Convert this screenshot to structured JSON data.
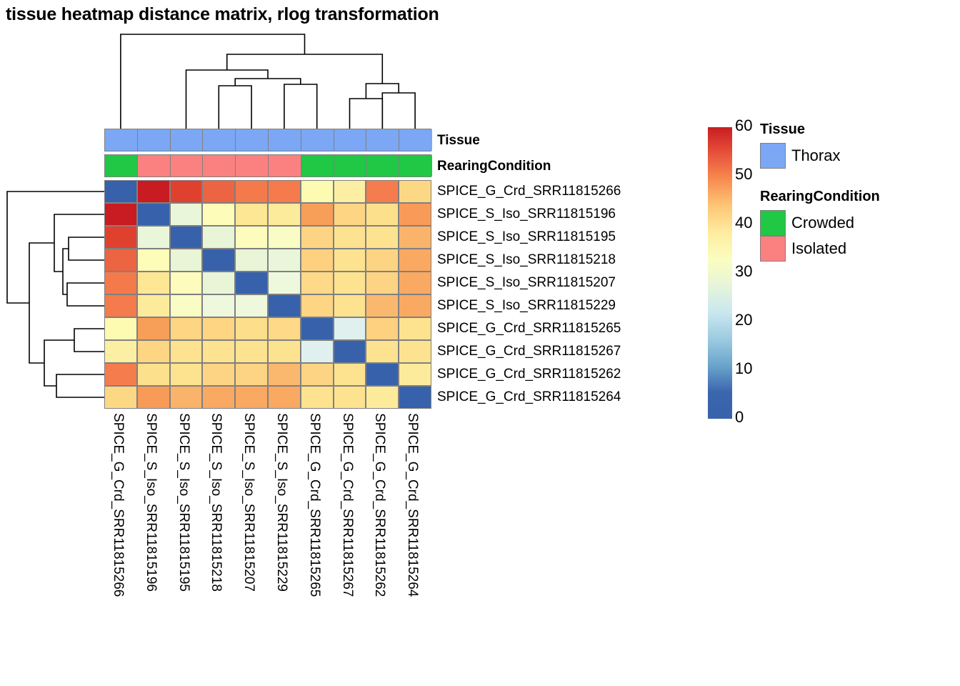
{
  "title": "tissue heatmap distance matrix, rlog transformation",
  "annotation_rows": [
    {
      "name": "Tissue",
      "label": "Tissue"
    },
    {
      "name": "RearingCondition",
      "label": "RearingCondition"
    }
  ],
  "legends": [
    {
      "title": "Tissue",
      "items": [
        {
          "label": "Thorax",
          "color": "#7ba7f5"
        }
      ]
    },
    {
      "title": "RearingCondition",
      "items": [
        {
          "label": "Crowded",
          "color": "#20c846"
        },
        {
          "label": "Isolated",
          "color": "#fa8180"
        }
      ]
    }
  ],
  "colorbar": {
    "ticks": [
      "60",
      "50",
      "40",
      "30",
      "20",
      "10",
      "0"
    ],
    "min": 0,
    "max": 60,
    "stops": [
      "#c81c22",
      "#e8523b",
      "#f88d51",
      "#fdc877",
      "#feeda1",
      "#fbfdc0",
      "#e6f4da",
      "#c9e7ef",
      "#9ccbe1",
      "#6aa4cb",
      "#3b66ad",
      "#3762ab"
    ]
  },
  "chart_data": {
    "type": "heatmap",
    "title": "tissue heatmap distance matrix, rlog transformation",
    "xlabel": "",
    "ylabel": "",
    "zlim": [
      0,
      60
    ],
    "colormap": "RdYlBu reversed",
    "x": [
      "SPICE_G_Crd_SRR11815266",
      "SPICE_S_Iso_SRR11815196",
      "SPICE_S_Iso_SRR11815195",
      "SPICE_S_Iso_SRR11815218",
      "SPICE_S_Iso_SRR11815207",
      "SPICE_S_Iso_SRR11815229",
      "SPICE_G_Crd_SRR11815265",
      "SPICE_G_Crd_SRR11815267",
      "SPICE_G_Crd_SRR11815262",
      "SPICE_G_Crd_SRR11815264"
    ],
    "y": [
      "SPICE_G_Crd_SRR11815266",
      "SPICE_S_Iso_SRR11815196",
      "SPICE_S_Iso_SRR11815195",
      "SPICE_S_Iso_SRR11815218",
      "SPICE_S_Iso_SRR11815207",
      "SPICE_S_Iso_SRR11815229",
      "SPICE_G_Crd_SRR11815265",
      "SPICE_G_Crd_SRR11815267",
      "SPICE_G_Crd_SRR11815262",
      "SPICE_G_Crd_SRR11815264"
    ],
    "values": [
      [
        0,
        58,
        53,
        50,
        48,
        48,
        33,
        34,
        48,
        41
      ],
      [
        58,
        0,
        25,
        31,
        36,
        35,
        45,
        40,
        37,
        45
      ],
      [
        53,
        25,
        0,
        24,
        30,
        28,
        39,
        36,
        36,
        43
      ],
      [
        50,
        31,
        24,
        0,
        26,
        26,
        40,
        37,
        39,
        44
      ],
      [
        48,
        36,
        30,
        26,
        0,
        28,
        38,
        36,
        39,
        44
      ],
      [
        48,
        35,
        28,
        26,
        28,
        0,
        38,
        36,
        42,
        44
      ],
      [
        33,
        45,
        39,
        40,
        38,
        38,
        0,
        19,
        40,
        36
      ],
      [
        34,
        40,
        36,
        37,
        36,
        36,
        19,
        0,
        36,
        36
      ],
      [
        48,
        37,
        36,
        39,
        39,
        42,
        40,
        36,
        0,
        35
      ],
      [
        41,
        45,
        43,
        44,
        44,
        44,
        35,
        35,
        35,
        0
      ]
    ],
    "column_annotations": {
      "Tissue": [
        "Thorax",
        "Thorax",
        "Thorax",
        "Thorax",
        "Thorax",
        "Thorax",
        "Thorax",
        "Thorax",
        "Thorax",
        "Thorax"
      ],
      "RearingCondition": [
        "Crowded",
        "Isolated",
        "Isolated",
        "Isolated",
        "Isolated",
        "Isolated",
        "Crowded",
        "Crowded",
        "Crowded",
        "Crowded"
      ]
    },
    "cell_colors": [
      [
        "#3762ab",
        "#c81c22",
        "#e0412f",
        "#ec6441",
        "#f4794b",
        "#f57a4c",
        "#fdfbb2",
        "#fcefa3",
        "#f57c4d",
        "#fdd884"
      ],
      [
        "#c81c22",
        "#3762ab",
        "#e9f6d9",
        "#fdfcb8",
        "#fde694",
        "#fdeb9c",
        "#f79e59",
        "#fdd583",
        "#fde08c",
        "#f89b58"
      ],
      [
        "#e0412f",
        "#e9f6d9",
        "#3762ab",
        "#e8f5d6",
        "#fdfcbc",
        "#f9fcc4",
        "#fdd483",
        "#fde28f",
        "#fde390",
        "#fab36b"
      ],
      [
        "#ec6441",
        "#fdfcb8",
        "#e8f5d6",
        "#3762ab",
        "#e8f5d6",
        "#eaf6d9",
        "#fdd180",
        "#fde28f",
        "#fdd483",
        "#f9a962"
      ],
      [
        "#f4794b",
        "#fde694",
        "#fdfcbc",
        "#e8f5d6",
        "#3762ab",
        "#eef8dd",
        "#fdd988",
        "#fde28f",
        "#fdd483",
        "#f9a962"
      ],
      [
        "#f57a4c",
        "#fdeb9c",
        "#f9fcc4",
        "#eef8dd",
        "#eef8dd",
        "#3762ab",
        "#fdd583",
        "#fde28f",
        "#fab86f",
        "#f9a962"
      ],
      [
        "#fdfbb2",
        "#f79e59",
        "#fdd583",
        "#fdd583",
        "#fdde8a",
        "#fdd988",
        "#3762ab",
        "#dff0ef",
        "#fdd180",
        "#fde28f"
      ],
      [
        "#fcefa3",
        "#fdd583",
        "#fde28f",
        "#fde28f",
        "#fde28f",
        "#fde28f",
        "#dff0ef",
        "#3762ab",
        "#fde28f",
        "#fde28f"
      ],
      [
        "#f57c4d",
        "#fde08c",
        "#fde390",
        "#fdd483",
        "#fdd483",
        "#fab86f",
        "#fdd483",
        "#fde28f",
        "#3762ab",
        "#fdeb9c"
      ],
      [
        "#fdd884",
        "#f89b58",
        "#fab36b",
        "#f9a962",
        "#f9a962",
        "#f9a962",
        "#fde28f",
        "#fde28f",
        "#fdeb9c",
        "#3762ab"
      ]
    ]
  }
}
